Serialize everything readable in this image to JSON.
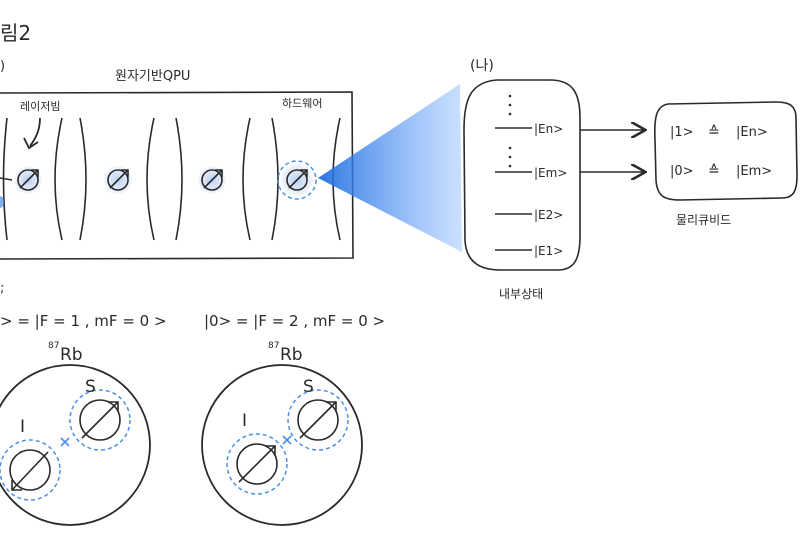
{
  "colors": {
    "ink": "#2a2a2a",
    "beam_blue": "#1f6fe0",
    "atom_glow": "#b8cdf2",
    "dashed_blue": "#4d8fe6"
  },
  "figure": {
    "label_fragment": "림2",
    "panel_ga_fragment": ")",
    "panel_da_fragment": ";"
  },
  "panel_ga": {
    "title": "원자기반QPU",
    "laser_label": "레이저빔",
    "hardware_label": "하드웨어"
  },
  "panel_na": {
    "label": "(나)",
    "internal_states_label": "내부상태",
    "levels": [
      "|En>",
      "|Em>",
      "|E2>",
      "|E1>"
    ],
    "physical_qubit_label": "물리큐비드",
    "mapping": [
      {
        "qubit": "|1>",
        "symbol": "≙",
        "state": "|En>"
      },
      {
        "qubit": "|0>",
        "symbol": "≙",
        "state": "|Em>"
      }
    ]
  },
  "panel_da": {
    "state_left": "> = |F = 1 , mF = 0 >",
    "state_right": "|0> = |F = 2 , mF = 0 >",
    "isotope_sup": "87",
    "isotope": "Rb",
    "label_I": "I",
    "label_S": "S"
  }
}
